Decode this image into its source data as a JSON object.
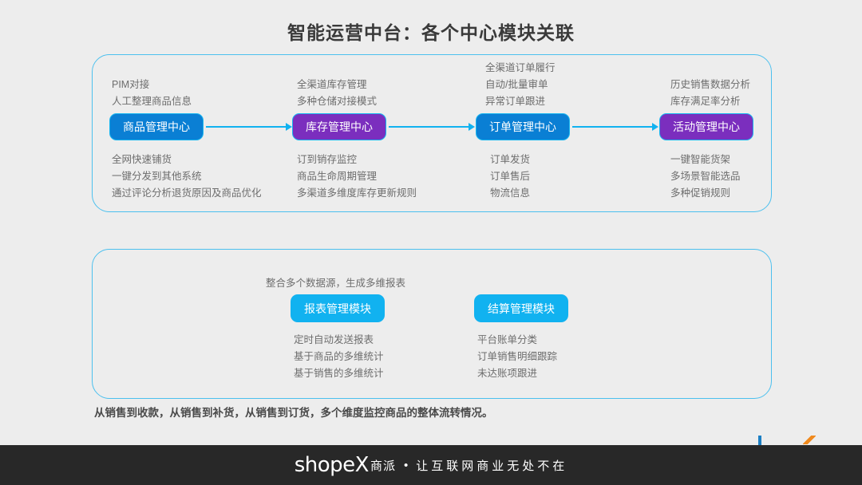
{
  "slide": {
    "title": "智能运营中台：各个中心模块关联",
    "caption": "从销售到收款，从销售到补货，从销售到订货，多个维度监控商品的整体流转情况。"
  },
  "flow": {
    "columns": [
      {
        "node": "商品管理中心",
        "color": "blue",
        "above": [
          "PIM对接",
          "人工整理商品信息"
        ],
        "below": [
          "全网快速铺货",
          "一键分发到其他系统",
          "通过评论分析退货原因及商品优化"
        ]
      },
      {
        "node": "库存管理中心",
        "color": "purple",
        "above": [
          "全渠道库存管理",
          "多种仓储对接模式"
        ],
        "below": [
          "订到销存监控",
          "商品生命周期管理",
          "多渠道多维度库存更新规则"
        ]
      },
      {
        "node": "订单管理中心",
        "color": "blue",
        "above": [
          "全渠道订单履行",
          "自动/批量审单",
          "异常订单跟进"
        ],
        "below": [
          "订单发货",
          "订单售后",
          "物流信息"
        ]
      },
      {
        "node": "活动管理中心",
        "color": "purple",
        "above": [
          "历史销售数据分析",
          "库存满足率分析"
        ],
        "below": [
          "一键智能货架",
          "多场景智能选品",
          "多种促销规则"
        ]
      }
    ]
  },
  "bottom_panel": {
    "lead": "整合多个数据源，生成多维报表",
    "modules": [
      {
        "node": "报表管理模块",
        "color": "cyan",
        "below": [
          "定时自动发送报表",
          "基于商品的多维统计",
          "基于销售的多维统计"
        ]
      },
      {
        "node": "结算管理模块",
        "color": "cyan",
        "below": [
          "平台账单分类",
          "订单销售明细跟踪",
          "未达账项跟进"
        ]
      }
    ]
  },
  "footer": {
    "brand": "shopeX",
    "brand_cn": "商派",
    "separator": "•",
    "slogan": "让互联网商业无处不在"
  },
  "colors": {
    "panel_border": "#4cc0ee",
    "chip_blue": "#0a7fd4",
    "chip_purple": "#7b2ebe",
    "chip_cyan": "#11b2f0",
    "arrow": "#11b2f0",
    "footer_bg": "#282828",
    "tick_blue": "#1b7fc4",
    "tick_orange": "#f08a1e"
  }
}
